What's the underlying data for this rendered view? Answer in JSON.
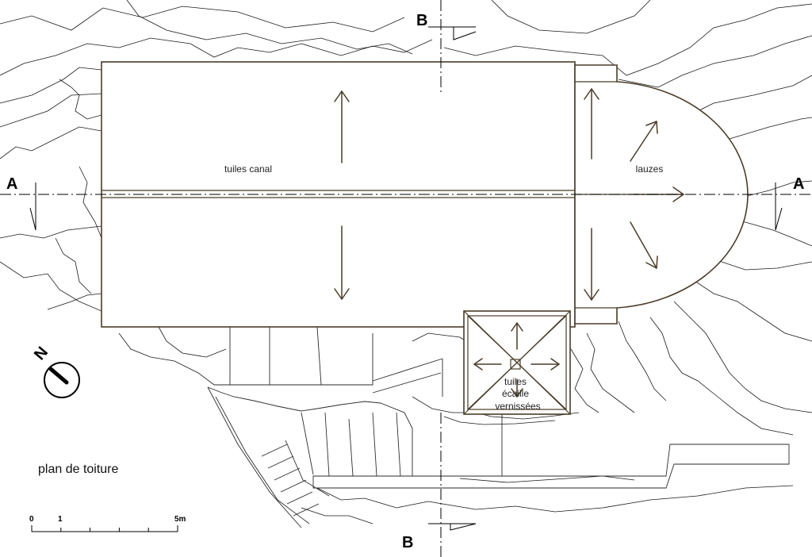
{
  "drawing": {
    "title": "plan de toiture",
    "roof_labels": {
      "main": "tuiles canal",
      "apse": "lauzes",
      "tower_line1": "tuiles",
      "tower_line2": "écaille",
      "tower_line3": "vernissées"
    },
    "sections": {
      "a_left": "A",
      "a_right": "A",
      "b_top": "B",
      "b_bottom": "B"
    },
    "north": {
      "label": "N",
      "icon": "north-arrow-icon"
    },
    "scale": {
      "start": "0",
      "first": "1",
      "end": "5m",
      "divisions": 5
    },
    "colors": {
      "roof_outline": "#4a3c28",
      "lines": "#1a1a1a"
    }
  }
}
